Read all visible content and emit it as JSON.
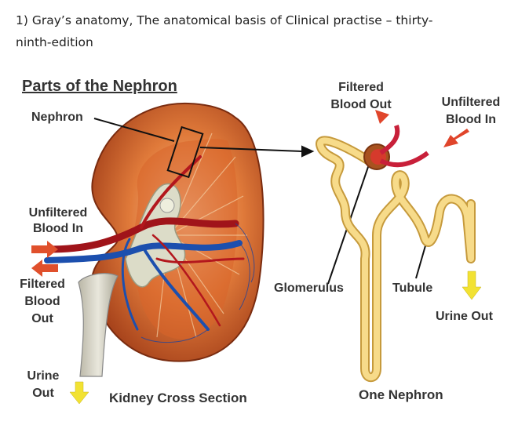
{
  "caption": {
    "line1": "1) Gray’s anatomy, The anatomical basis of Clinical practise – thirty-",
    "line2": "ninth-edition"
  },
  "figure": {
    "title": "Parts of the Nephron",
    "labels": {
      "nephron": "Nephron",
      "unfiltered_blood_in_left_1": "Unfiltered",
      "unfiltered_blood_in_left_2": "Blood In",
      "filtered_blood_out_left_1": "Filtered",
      "filtered_blood_out_left_2": "Blood",
      "filtered_blood_out_left_3": "Out",
      "urine_out_left_1": "Urine",
      "urine_out_left_2": "Out",
      "kidney_cross_section": "Kidney Cross Section",
      "filtered_blood_out_right_1": "Filtered",
      "filtered_blood_out_right_2": "Blood Out",
      "unfiltered_blood_in_right_1": "Unfiltered",
      "unfiltered_blood_in_right_2": "Blood In",
      "glomerulus": "Glomerulus",
      "tubule": "Tubule",
      "urine_out_right": "Urine Out",
      "one_nephron": "One Nephron"
    }
  }
}
